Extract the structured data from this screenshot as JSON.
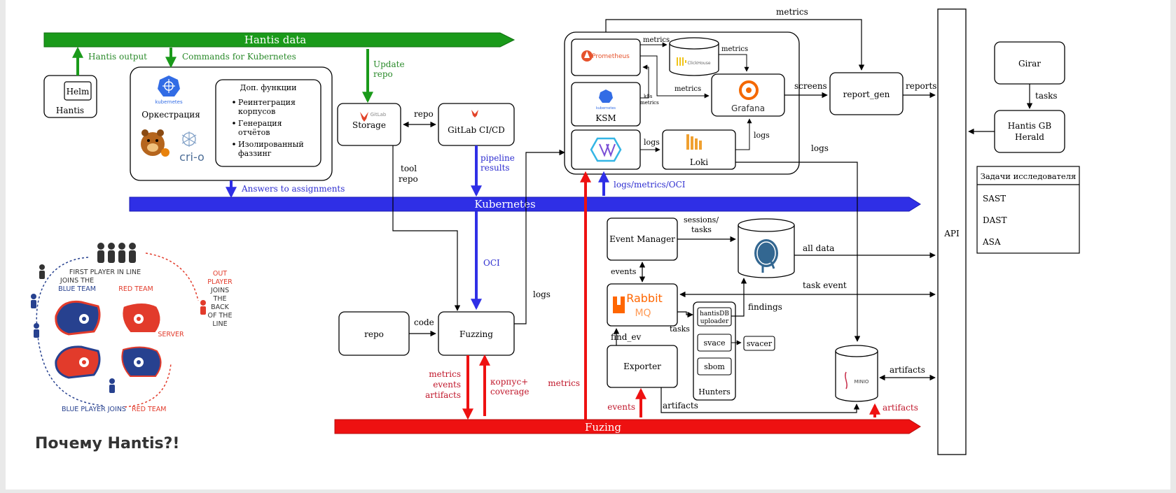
{
  "colors": {
    "green": "#1a9a1a",
    "blue": "#2f2fe6",
    "red": "#ee1111",
    "team_red": "#e23b2b",
    "team_blue": "#27418f",
    "text_green": "#2a8a2a",
    "text_blue": "#2f2fd0",
    "text_red": "#c0162a"
  },
  "buses": {
    "hantis_data": "Hantis data",
    "kubernetes": "Kubernetes",
    "fuzing": "Fuzing"
  },
  "labels": {
    "hantis_output": "Hantis output",
    "commands_k8s": "Commands for Kubernetes",
    "update_repo_1": "Update",
    "update_repo_2": "repo",
    "answers": "Answers to assignments",
    "repo": "repo",
    "tool_repo_1": "tool",
    "tool_repo_2": "repo",
    "pipeline_1": "pipeline",
    "pipeline_2": "results",
    "oci": "OCI",
    "logs": "logs",
    "code": "code",
    "metrics_events_1": "metrics",
    "metrics_events_2": "events",
    "metrics_events_3": "artifacts",
    "korpus_1": "корпус+",
    "korpus_2": "coverage",
    "metrics": "metrics",
    "k8s_metrics_1": "k8s",
    "k8s_metrics_2": "metrics",
    "screens": "screens",
    "reports": "reports",
    "tasks": "tasks",
    "logs_metrics_oci": "logs/metrics/OCI",
    "sessions_1": "sessions/",
    "sessions_2": "tasks",
    "all_data": "all data",
    "events": "events",
    "task_event": "task event",
    "findings": "findings",
    "find_ev": "find_ev",
    "artifacts": "artifacts"
  },
  "nodes": {
    "helm": "Helm",
    "hantis": "Hantis",
    "kubernetes_logo": "kubernetes",
    "orchestration": "Оркестрация",
    "crio": "cri-o",
    "extra_title": "Доп. функции",
    "extra_items": [
      [
        "Реинтеграция",
        "корпусов"
      ],
      [
        "Генерация",
        "отчётов"
      ],
      [
        "Изолированный",
        "фаззинг"
      ]
    ],
    "gitlab_logo": "GitLab",
    "storage": "Storage",
    "gitlab_ci": "GitLab CI/CD",
    "repo": "repo",
    "fuzzing": "Fuzzing",
    "prometheus": "Prometheus",
    "clickhouse": "ClickHouse",
    "grafana": "Grafana",
    "ksm_logo": "kubernetes",
    "ksm": "KSM",
    "loki": "Loki",
    "report_gen": "report_gen",
    "api": "API",
    "girar": "Girar",
    "herald_1": "Hantis GB",
    "herald_2": "Herald",
    "event_manager": "Event Manager",
    "rabbit_1": "Rabbit",
    "rabbit_2": "MQ",
    "uploader_1": "hantisDB",
    "uploader_2": "uploader",
    "svace": "svace",
    "svacer": "svacer",
    "sbom": "sbom",
    "hunters": "Hunters",
    "exporter": "Exporter",
    "minio": "MINIO"
  },
  "research_table": {
    "title": "Задачи исследователя",
    "rows": [
      "SAST",
      "DAST",
      "ASA"
    ]
  },
  "game": {
    "first_player": [
      "FIRST PLAYER IN LINE",
      "JOINS THE",
      "BLUE TEAM"
    ],
    "red_team": "RED TEAM",
    "server": "SERVER",
    "out_player": [
      "OUT",
      "PLAYER",
      "JOINS",
      "THE",
      "BACK",
      "OF THE",
      "LINE"
    ],
    "blue_player_joins": "BLUE PLAYER JOINS",
    "red_team_bottom": "RED TEAM"
  },
  "heading": "Почему Hantis?!"
}
